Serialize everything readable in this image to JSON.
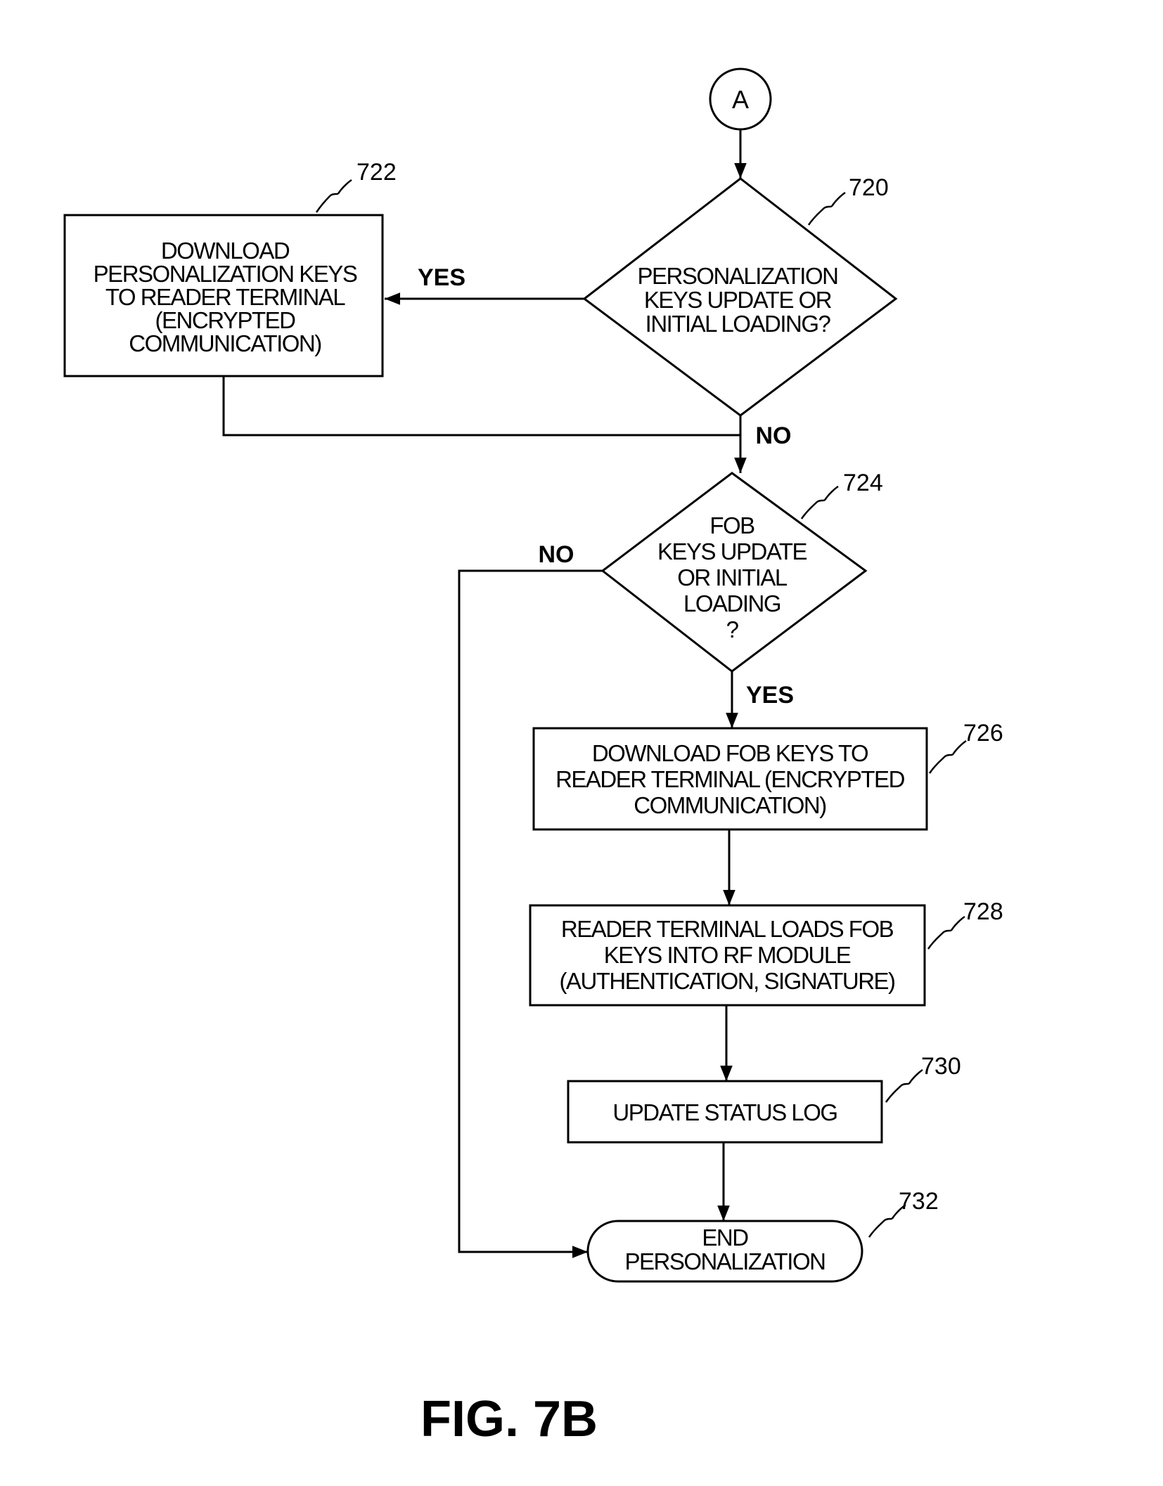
{
  "connector": {
    "label": "A"
  },
  "nodes": {
    "n720": {
      "lines": [
        "PERSONALIZATION",
        "KEYS UPDATE OR",
        "INITIAL LOADING?"
      ]
    },
    "n722": {
      "lines": [
        "DOWNLOAD",
        "PERSONALIZATION KEYS",
        "TO READER TERMINAL",
        "(ENCRYPTED",
        "COMMUNICATION)"
      ]
    },
    "n724": {
      "lines": [
        "FOB",
        "KEYS UPDATE",
        "OR INITIAL",
        "LOADING",
        "?"
      ]
    },
    "n726": {
      "lines": [
        "DOWNLOAD FOB KEYS TO",
        "READER TERMINAL (ENCRYPTED",
        "COMMUNICATION)"
      ]
    },
    "n728": {
      "lines": [
        "READER TERMINAL LOADS FOB",
        "KEYS INTO RF MODULE",
        "(AUTHENTICATION, SIGNATURE)"
      ]
    },
    "n730": {
      "lines": [
        "UPDATE STATUS LOG"
      ]
    },
    "n732": {
      "lines": [
        "END",
        "PERSONALIZATION"
      ]
    }
  },
  "refs": {
    "r720": "720",
    "r722": "722",
    "r724": "724",
    "r726": "726",
    "r728": "728",
    "r730": "730",
    "r732": "732"
  },
  "edges": {
    "e720_yes": "YES",
    "e720_no": "NO",
    "e724_no": "NO",
    "e724_yes": "YES"
  },
  "caption": "FIG. 7B"
}
